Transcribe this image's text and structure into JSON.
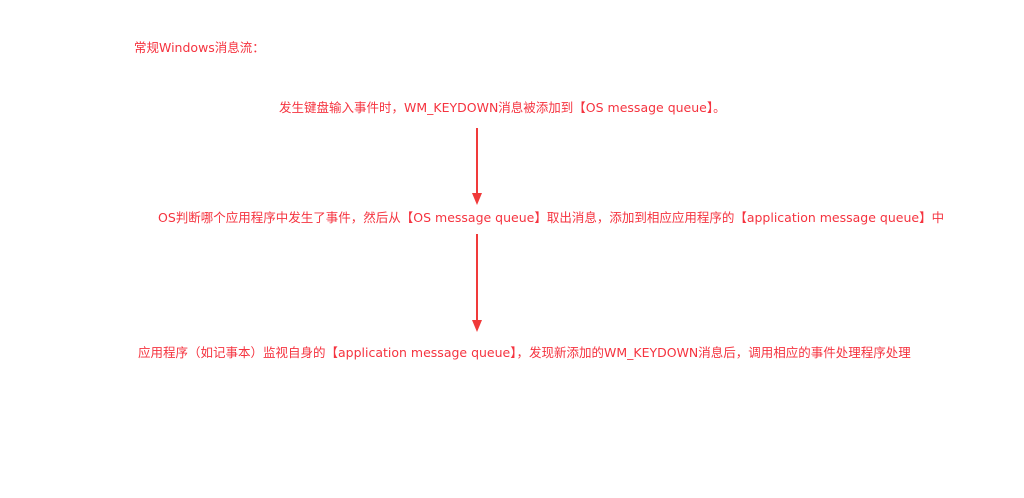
{
  "title": "常规Windows消息流：",
  "steps": [
    "发生键盘输入事件时，WM_KEYDOWN消息被添加到【OS message queue】。",
    "OS判断哪个应用程序中发生了事件，然后从【OS message queue】取出消息，添加到相应应用程序的【application message queue】中",
    "应用程序（如记事本）监视自身的【application message queue】，发现新添加的WM_KEYDOWN消息后，调用相应的事件处理程序处理"
  ],
  "colors": {
    "text": "#f5333f",
    "arrow": "#f03a3a"
  }
}
